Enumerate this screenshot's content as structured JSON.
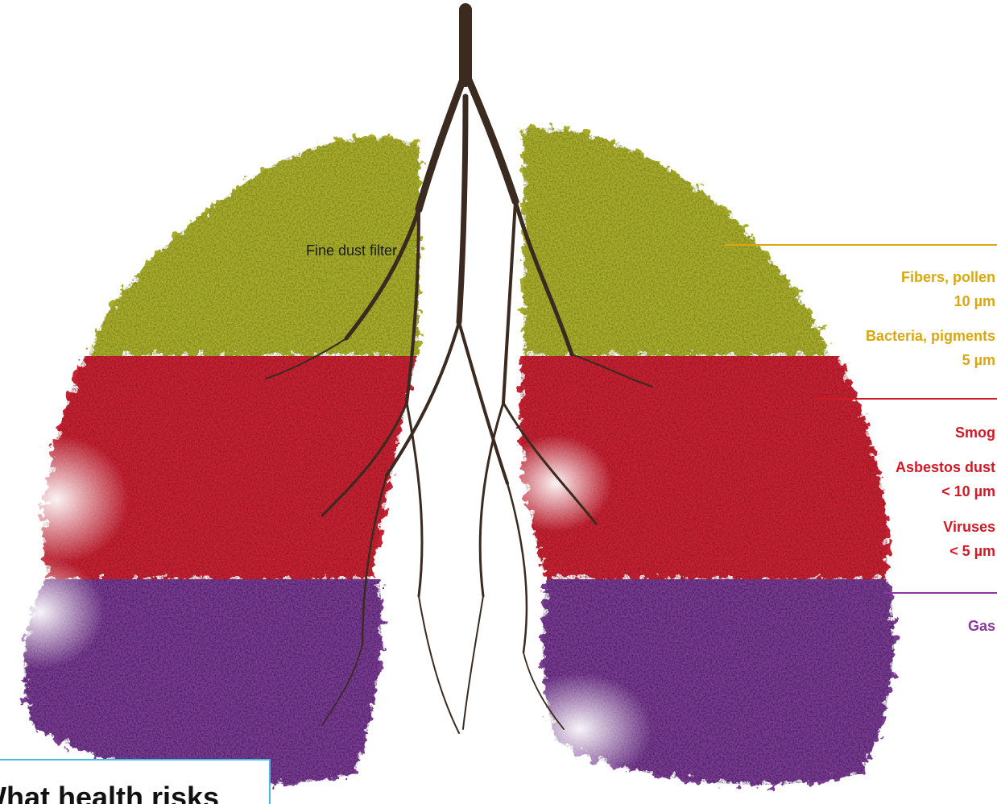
{
  "illustration": {
    "caption": "Fine dust filter",
    "colors": {
      "upper_zone": "#b0b22e",
      "middle_zone": "#c9232e",
      "lower_zone": "#7a3892",
      "branches": "#3b2a20"
    }
  },
  "zones": [
    {
      "id": "upper",
      "color": "#d8a80e",
      "items": [
        "Fibers, pollen",
        "10 µm",
        "Bacteria, pigments",
        "5 µm"
      ]
    },
    {
      "id": "middle",
      "color": "#d01a28",
      "items": [
        "Smog",
        "Asbestos dust",
        "< 10 µm",
        "Viruses",
        "< 5 µm"
      ]
    },
    {
      "id": "lower",
      "color": "#8a3a9c",
      "items": [
        "Gas"
      ]
    }
  ],
  "question": {
    "text": "What health risks",
    "border_color": "#45bde6"
  }
}
